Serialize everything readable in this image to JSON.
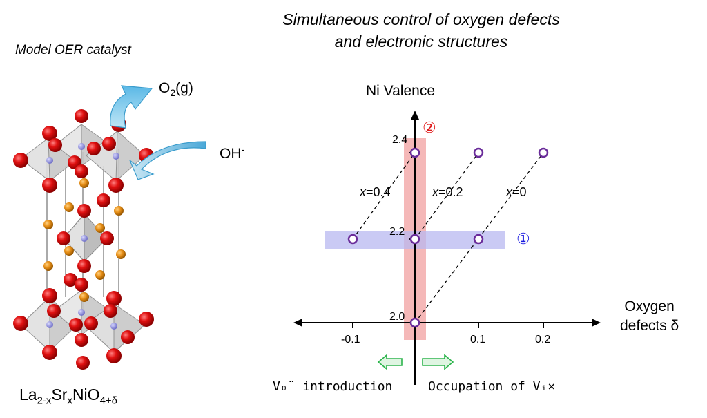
{
  "title_line1": "Simultaneous control of oxygen defects",
  "title_line2": "and electronic structures",
  "left": {
    "model_label": "Model OER catalyst",
    "o2": {
      "main": "O",
      "sub": "2",
      "tail": "(g)"
    },
    "oh": {
      "main": "OH",
      "sup": "-"
    },
    "formula": {
      "p1": "La",
      "s1": "2-x",
      "p2": "Sr",
      "s2": "x",
      "p3": "NiO",
      "s3": "4+δ"
    }
  },
  "plot": {
    "y_label": "Ni Valence",
    "x_label_line1": "Oxygen",
    "x_label_line2": "defects δ",
    "y_ticks": [
      "2.0",
      "2.2",
      "2.4"
    ],
    "x_ticks": [
      "-0.1",
      "0.1",
      "0.2"
    ],
    "lines": [
      {
        "x_prefix": "x",
        "x_value": "=0.4"
      },
      {
        "x_prefix": "x",
        "x_value": "=0.2"
      },
      {
        "x_prefix": "x",
        "x_value": "=0"
      }
    ],
    "badge_vertical": "②",
    "badge_horizontal": "①",
    "colors": {
      "points": "#6a2c9a",
      "red_band": "#f2a0a0",
      "blue_band": "#b8b8f0",
      "arrow": "#2cb44c"
    },
    "bottom_left": "V₀¨ introduction",
    "bottom_right": "Occupation of Vᵢ×"
  }
}
